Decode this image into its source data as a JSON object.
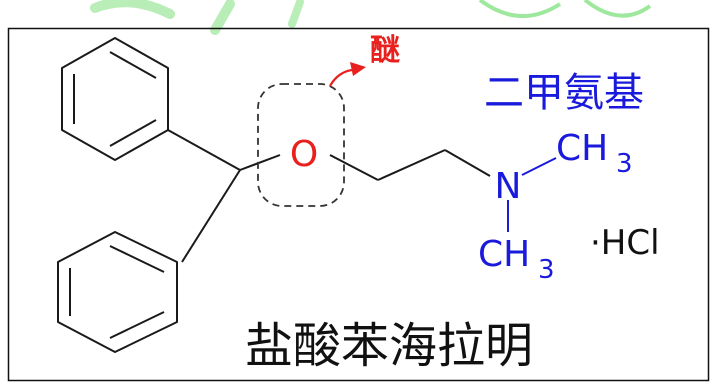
{
  "labels": {
    "oxygen": "O",
    "ether": "醚",
    "dimethylamino": "二甲氨基",
    "nitrogen": "N",
    "methyl_top": "CH",
    "methyl_top_sub": "3",
    "methyl_bottom": "CH",
    "methyl_bottom_sub": "3",
    "salt": "·HCl",
    "compound_name": "盐酸苯海拉明"
  },
  "colors": {
    "bond": "#1a1a1a",
    "oxygen": "#e8201e",
    "ether_label": "#e8201e",
    "amine": "#1a1adc",
    "frame": "#111111",
    "watermark": "#26d62a"
  }
}
